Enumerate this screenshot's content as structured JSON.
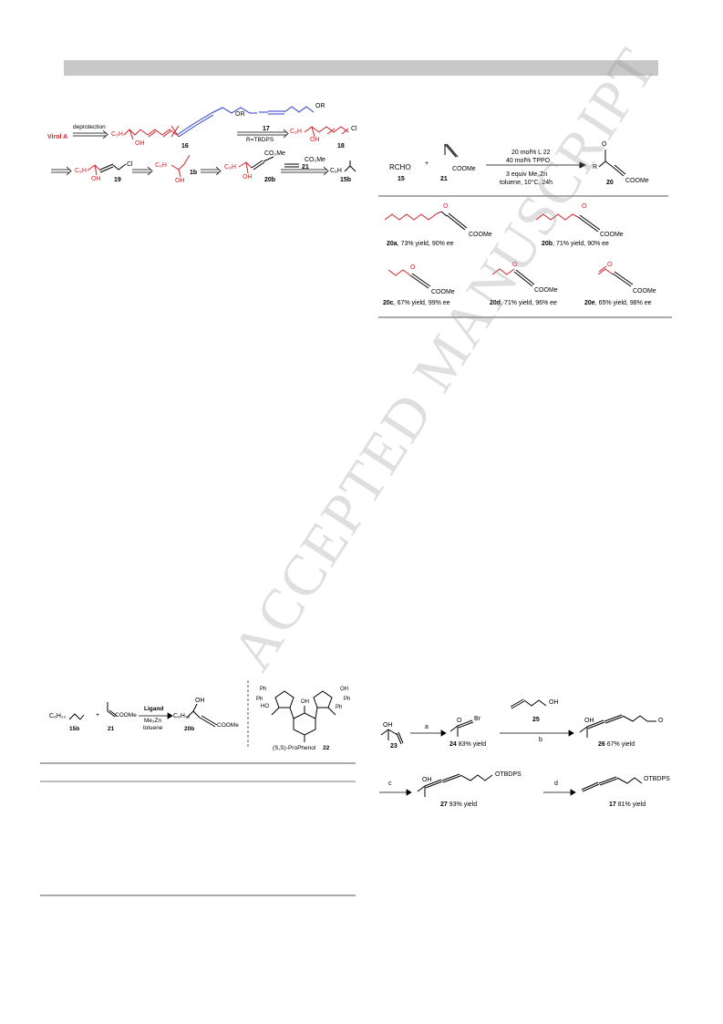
{
  "scheme1": {
    "start": "Virol A",
    "arrow1": "deprotection",
    "c6h13": "C₆H",
    "oh": "OH",
    "cmpd16": "16",
    "otbs": "OR",
    "cmpd17": "17",
    "r_def": "R=TBDPS",
    "cl": "Cl",
    "cmpd18": "18",
    "cmpd19": "19",
    "cmpd1b": "1b",
    "co2me": "CO₂Me",
    "cmpd21": "21",
    "cmpd20b": "20b",
    "c6h_ald": "C₆H",
    "cmpd15b": "15b"
  },
  "scheme2": {
    "rcho": "RCHO",
    "plus": "+",
    "cmpd15": "15",
    "coome": "COOMe",
    "cmpd21": "21",
    "cond1": "20 mol% L 22",
    "cond2": "40 mol% TPPO",
    "cond3": "3 equiv Me₂Zn",
    "cond4": "toluene, 10°C, 24h",
    "r": "R",
    "oh": "O",
    "cmpd20": "20",
    "products": [
      {
        "label": "20a",
        "yield": ", 73% yield, 90% ee"
      },
      {
        "label": "20b",
        "yield": ", 71% yield, 90% ee"
      },
      {
        "label": "20c",
        "yield": ", 67% yield, 99% ee"
      },
      {
        "label": "20d",
        "yield": ", 71% yield, 96% ee"
      },
      {
        "label": "20e",
        "yield": ", 65% yield, 98% ee"
      }
    ]
  },
  "scheme3": {
    "c6h13": "C₆H₁₃",
    "plus": "+",
    "coome": "COOMe",
    "cmpd15b": "15b",
    "cmpd21": "21",
    "ligand": "Ligand",
    "me2zn": "Me₂Zn",
    "toluene": "toluene",
    "oh": "OH",
    "cmpd20b": "20b",
    "ph": "Ph",
    "ho": "HO",
    "oh2": "OH",
    "ligand_name": "(S,S)-ProPhenol",
    "cmpd22": "22"
  },
  "scheme4": {
    "oh": "OH",
    "cmpd23": "23",
    "a": "a",
    "br": "Br",
    "oh24": "O",
    "cmpd24": "24",
    "y24": " 83% yield",
    "oh25": "OH",
    "cmpd25": "25",
    "b": "b",
    "oh26": "OH",
    "o26": "O",
    "cmpd26": "26",
    "y26": " 67% yield",
    "c": "c",
    "oh27": "OH",
    "otbdps27": "OTBDPS",
    "cmpd27": "27",
    "y27": " 93% yield",
    "d": "d",
    "otbdps17": "OTBDPS",
    "cmpd17": "17",
    "y17": " 81% yield"
  },
  "watermark": "ACCEPTED MANUSCRIPT"
}
